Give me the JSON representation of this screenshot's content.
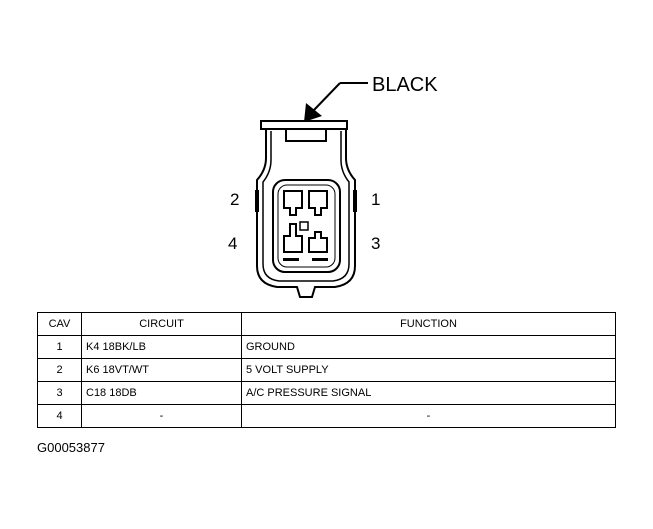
{
  "diagram": {
    "color_label": "BLACK",
    "pin_labels": [
      "1",
      "2",
      "3",
      "4"
    ]
  },
  "table": {
    "headers": [
      "CAV",
      "CIRCUIT",
      "FUNCTION"
    ],
    "rows": [
      {
        "cav": "1",
        "circuit": "K4 18BK/LB",
        "function": "GROUND"
      },
      {
        "cav": "2",
        "circuit": "K6 18VT/WT",
        "function": "5 VOLT SUPPLY"
      },
      {
        "cav": "3",
        "circuit": "C18 18DB",
        "function": "A/C PRESSURE SIGNAL"
      },
      {
        "cav": "4",
        "circuit": "-",
        "function": "-"
      }
    ]
  },
  "figure_id": "G00053877"
}
